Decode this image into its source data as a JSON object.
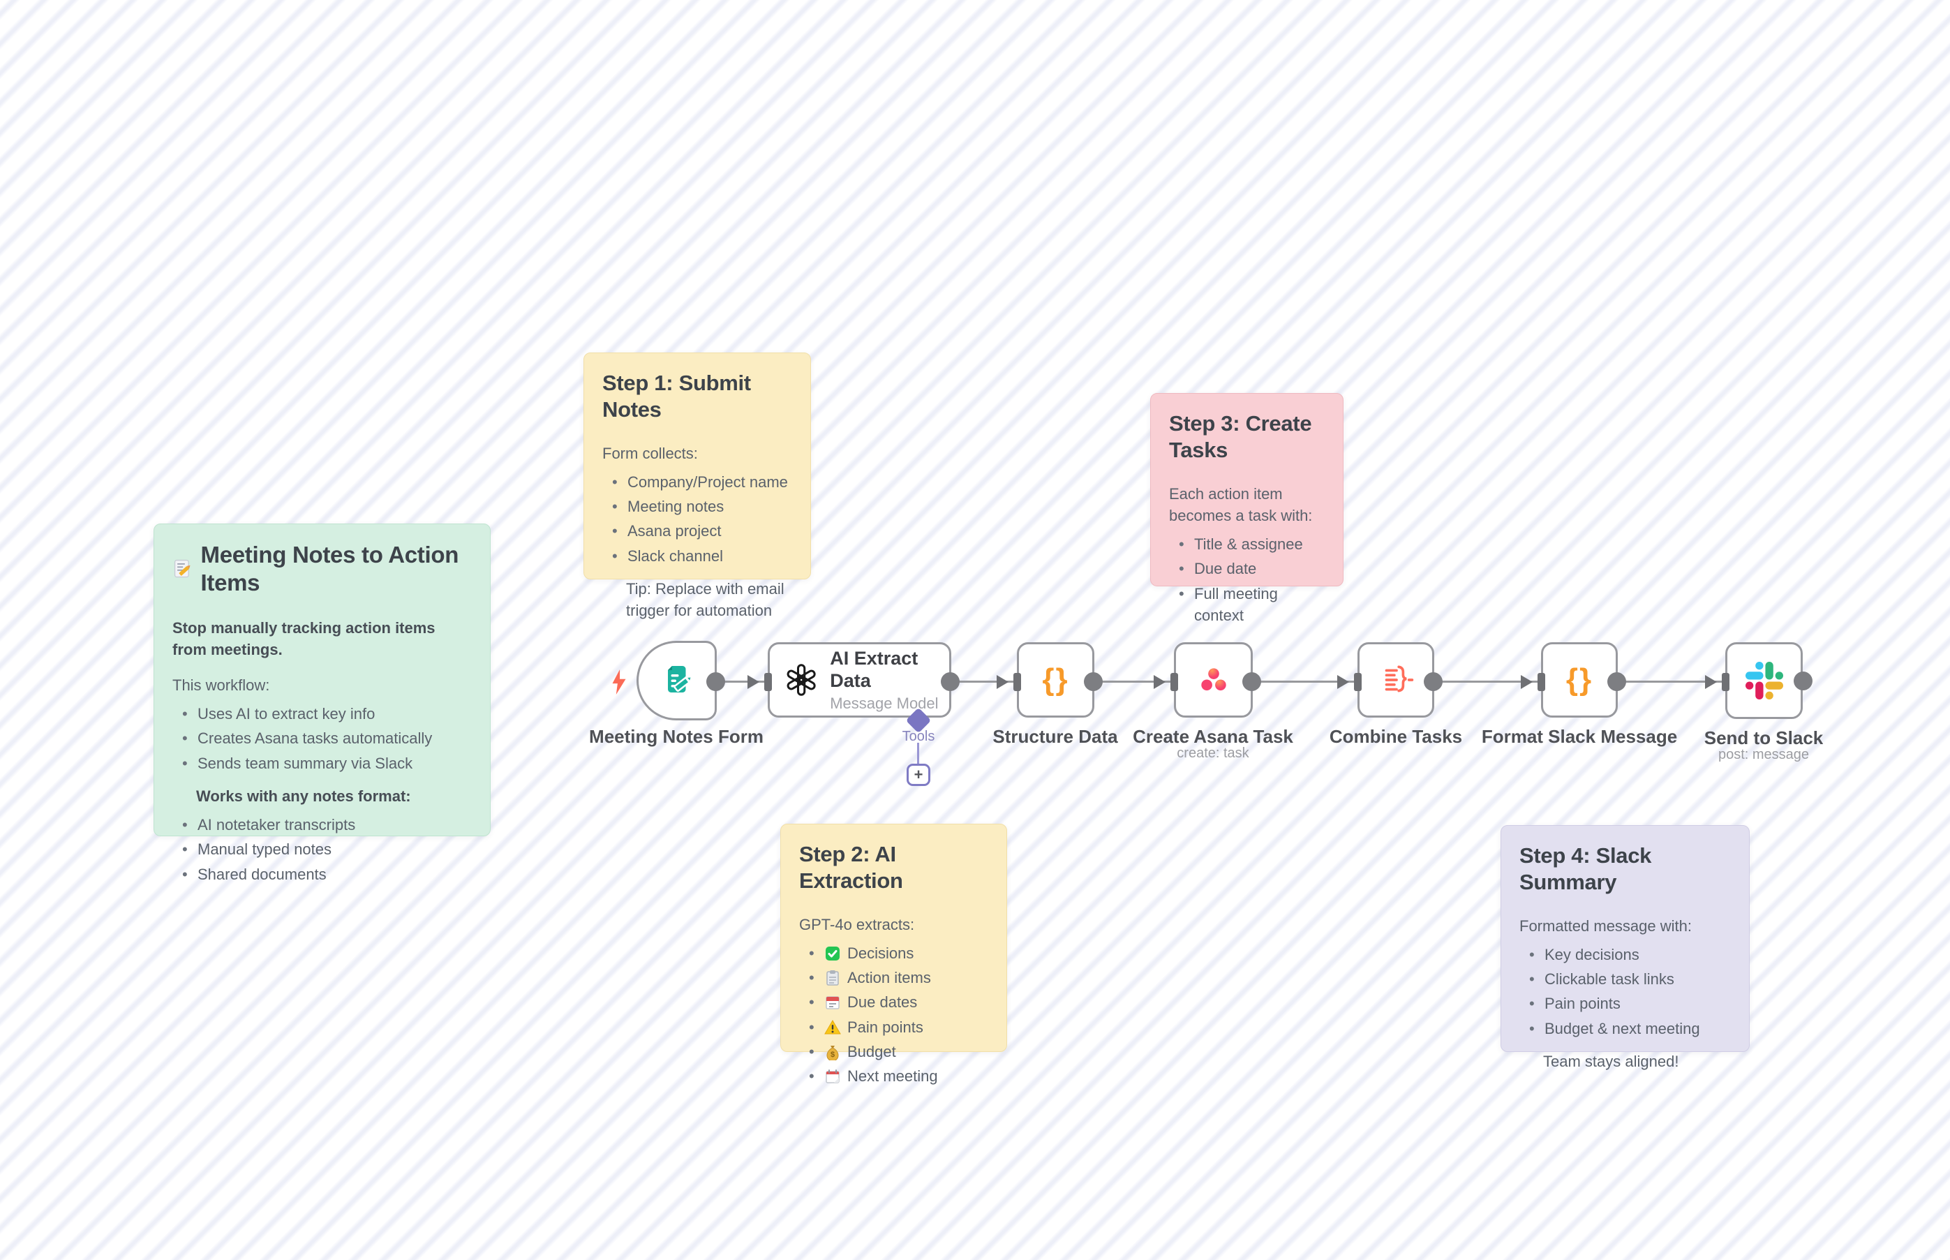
{
  "notes": {
    "overview": {
      "emoji": "📝",
      "title": "Meeting Notes to Action Items",
      "tagline": "Stop manually tracking action items from meetings.",
      "intro": "This workflow:",
      "workflow_items": [
        "Uses AI to extract key info",
        "Creates Asana tasks automatically",
        "Sends team summary via Slack"
      ],
      "formats_header": "Works with any notes format:",
      "format_items": [
        "AI notetaker transcripts",
        "Manual typed notes",
        "Shared documents"
      ]
    },
    "step1": {
      "title": "Step 1: Submit Notes",
      "intro": "Form collects:",
      "items": [
        "Company/Project name",
        "Meeting notes",
        "Asana project",
        "Slack channel"
      ],
      "tip": "Tip: Replace with email trigger for automation"
    },
    "step2": {
      "title": "Step 2: AI Extraction",
      "intro": "GPT-4o extracts:",
      "items": [
        {
          "emoji": "✅",
          "text": "Decisions"
        },
        {
          "emoji": "📋",
          "text": "Action items"
        },
        {
          "emoji": "📅",
          "text": "Due dates"
        },
        {
          "emoji": "⚠️",
          "text": "Pain points"
        },
        {
          "emoji": "💰",
          "text": "Budget"
        },
        {
          "emoji": "📆",
          "text": "Next meeting"
        }
      ]
    },
    "step3": {
      "title": "Step 3: Create Tasks",
      "intro": "Each action item becomes a task with:",
      "items": [
        "Title & assignee",
        "Due date",
        "Full meeting context"
      ]
    },
    "step4": {
      "title": "Step 4: Slack Summary",
      "intro": "Formatted message with:",
      "items": [
        "Key decisions",
        "Clickable task links",
        "Pain points",
        "Budget & next meeting"
      ],
      "outro": "Team stays aligned!"
    }
  },
  "nodes": [
    {
      "label": "Meeting Notes Form",
      "sublabel": "",
      "icon": "form-icon"
    },
    {
      "label": "AI Extract Data",
      "sublabel": "Message Model",
      "icon": "openai-icon"
    },
    {
      "label": "Structure Data",
      "sublabel": "",
      "icon": "code-braces-icon"
    },
    {
      "label": "Create Asana Task",
      "sublabel": "create: task",
      "icon": "asana-icon"
    },
    {
      "label": "Combine Tasks",
      "sublabel": "",
      "icon": "aggregate-icon"
    },
    {
      "label": "Format Slack Message",
      "sublabel": "",
      "icon": "code-braces-icon"
    },
    {
      "label": "Send to Slack",
      "sublabel": "post: message",
      "icon": "slack-icon"
    }
  ],
  "ai_tools": {
    "label": "Tools",
    "add_button": "+"
  },
  "icons": {
    "braces_glyph": "{}"
  },
  "colors": {
    "sticky_green": "#d5efe1",
    "sticky_yellow": "#fbedc2",
    "sticky_pink": "#f9cfd4",
    "sticky_purple": "#e2e0f0",
    "connector_gray": "#98999c",
    "tools_purple": "#7a76c2",
    "trigger_bolt": "#fb6b57",
    "form_teal": "#1cb3a0",
    "braces_orange": "#f79a2a",
    "aggregate_coral": "#ff6d5a",
    "asana_coral": "#f7426f",
    "openai_black": "#191919",
    "slack_blue": "#36C5F0",
    "slack_green": "#2EB67D",
    "slack_yellow": "#ECB22E",
    "slack_red": "#E01E5A"
  }
}
